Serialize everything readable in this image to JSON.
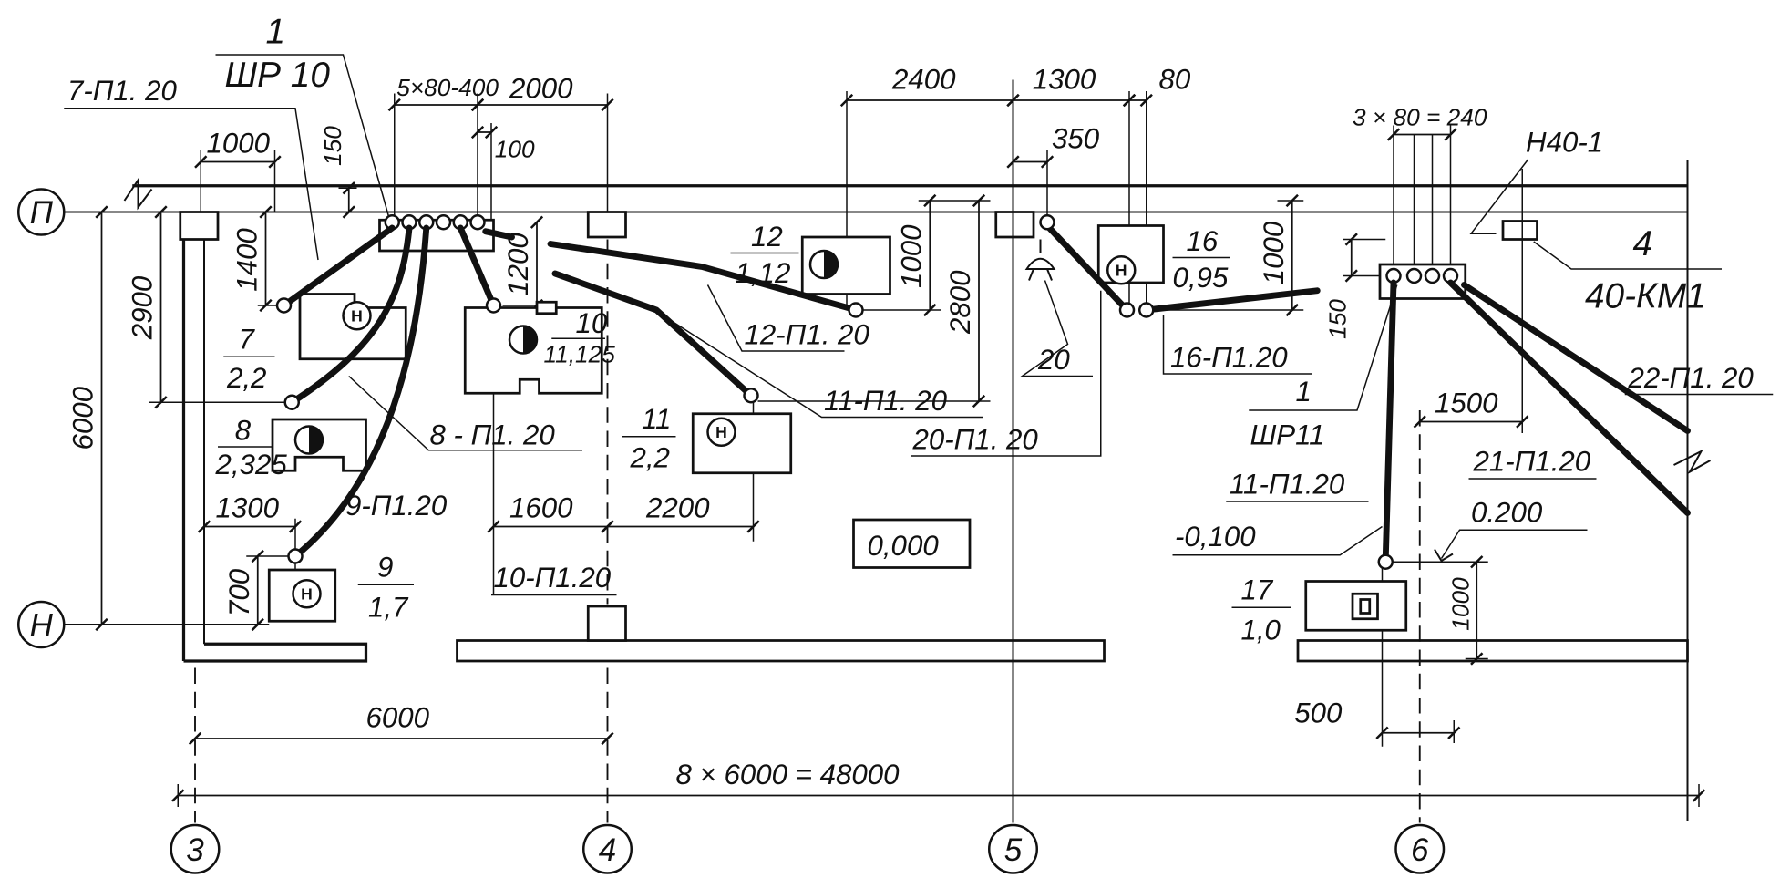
{
  "axes": {
    "row_p": "П",
    "row_n": "Н",
    "col_3": "3",
    "col_4": "4",
    "col_5": "5",
    "col_6": "6"
  },
  "panels": {
    "shr10": {
      "number": "1",
      "name": "ШР 10"
    },
    "shr11": {
      "number": "1",
      "name": "ШР11"
    },
    "km1": {
      "number": "4",
      "name": "40-КМ1"
    },
    "h40": "Н40-1"
  },
  "motor_symbol_letter": "Н",
  "equipment": {
    "eq7": {
      "number": "7",
      "power": "2,2"
    },
    "eq8": {
      "number": "8",
      "power": "2,325"
    },
    "eq9": {
      "number": "9",
      "power": "1,7"
    },
    "eq10": {
      "number": "10",
      "power": "11,125"
    },
    "eq11": {
      "number": "11",
      "power": "2,2"
    },
    "eq12": {
      "number": "12",
      "power": "1,12"
    },
    "eq16": {
      "number": "16",
      "power": "0,95"
    },
    "eq17": {
      "number": "17",
      "power": "1,0"
    },
    "lamp20": {
      "number": "20"
    }
  },
  "cables": {
    "c7": "7-П1. 20",
    "c8": "8 - П1. 20",
    "c9": "9-П1.20",
    "c10": "10-П1.20",
    "c11_left": "11-П1. 20",
    "c12": "12-П1. 20",
    "c16": "16-П1.20",
    "c20": "20-П1. 20",
    "c11_right": "11-П1.20",
    "c21": "21-П1.20",
    "c22": "22-П1. 20"
  },
  "dimensions": {
    "shr10_taps": "5×80-400",
    "d2000": "2000",
    "d100": "100",
    "d1000_top_left": "1000",
    "d150_left": "150",
    "d1400": "1400",
    "d2900": "2900",
    "d6000_vertical": "6000",
    "d1200": "1200",
    "d1300_left": "1300",
    "d700": "700",
    "d1600": "1600",
    "d2200": "2200",
    "d6000_span": "6000",
    "total_span": "8 × 6000 = 48000",
    "d2400": "2400",
    "d1300_right": "1300",
    "d80": "80",
    "d350": "350",
    "d1000_eq12": "1000",
    "d2800": "2800",
    "d1000_eq16": "1000",
    "d150_right": "150",
    "shr11_taps": "3 × 80 = 240",
    "d1500": "1500",
    "d1000_bottom_right": "1000",
    "d500": "500"
  },
  "levels": {
    "floor": "0,000",
    "minus_100": "-0,100",
    "plus_200": "0.200"
  }
}
